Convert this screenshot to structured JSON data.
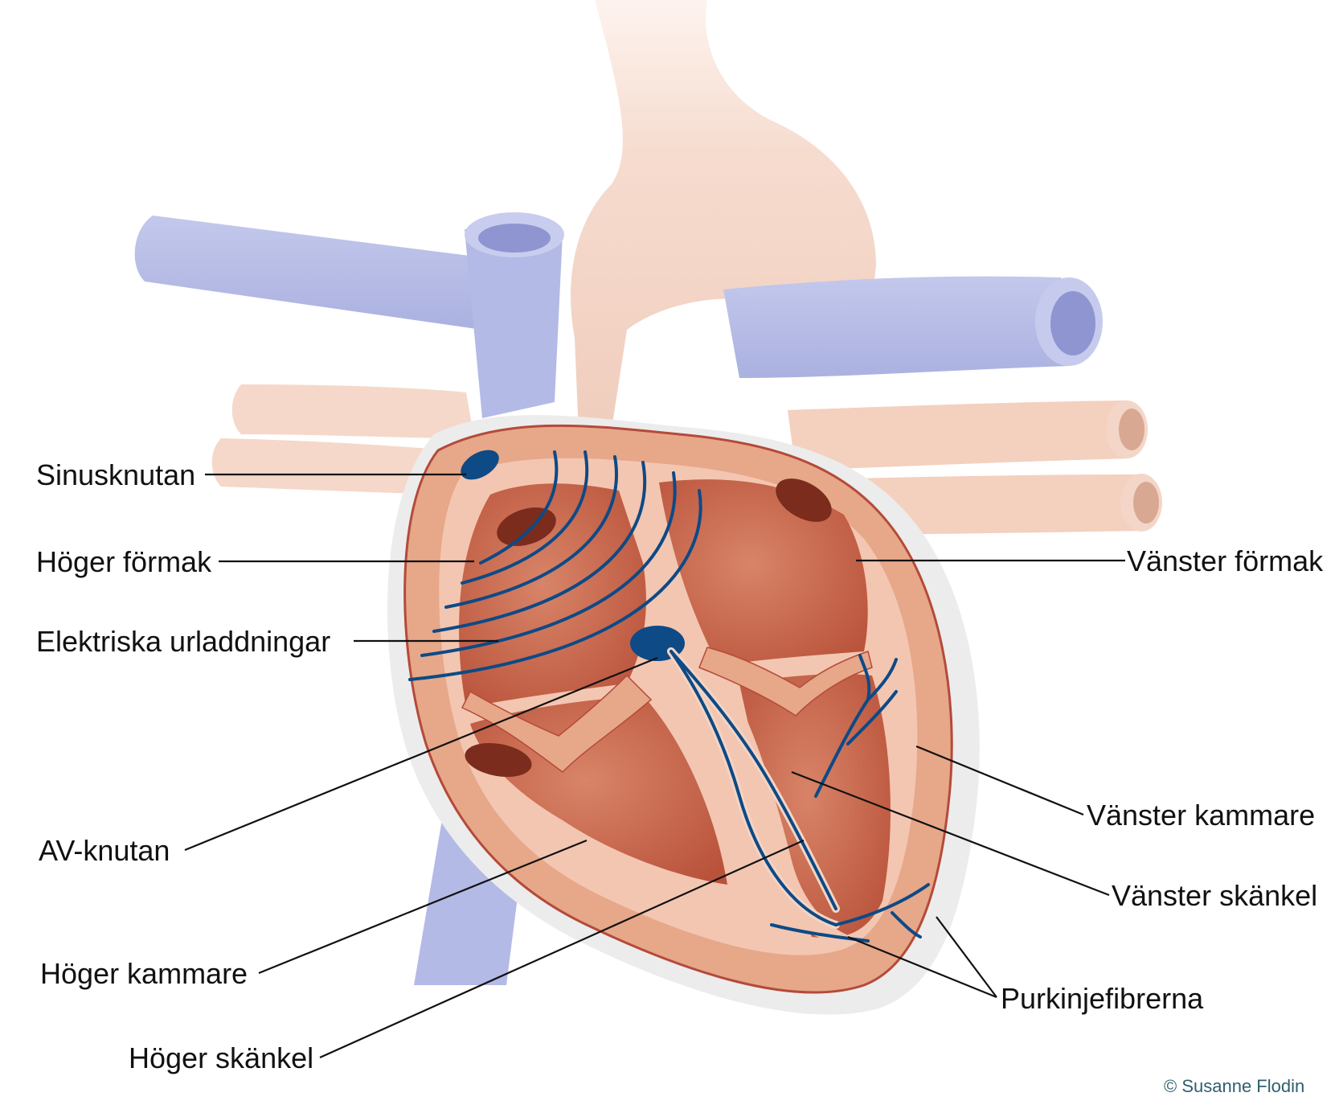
{
  "labels": {
    "sinusknutan": "Sinusknutan",
    "hoger_formak": "Höger förmak",
    "elektriska": "Elektriska urladdningar",
    "av_knutan": "AV-knutan",
    "hoger_kammare": "Höger kammare",
    "hoger_skankel": "Höger skänkel",
    "vanster_formak": "Vänster förmak",
    "vanster_kammare": "Vänster kammare",
    "vanster_skankel": "Vänster skänkel",
    "purkinje": "Purkinjefibrerna"
  },
  "credit": "© Susanne Flodin",
  "colors": {
    "vein": "#b9bfe6",
    "vein_dark": "#8d93cf",
    "aorta": "#f3d3c6",
    "pulmonary": "#f0c9b8",
    "myocardium_outer": "#e8a58a",
    "chamber": "#c9634a",
    "chamber_dark": "#a94a36",
    "nerve": "#0d4a86"
  }
}
